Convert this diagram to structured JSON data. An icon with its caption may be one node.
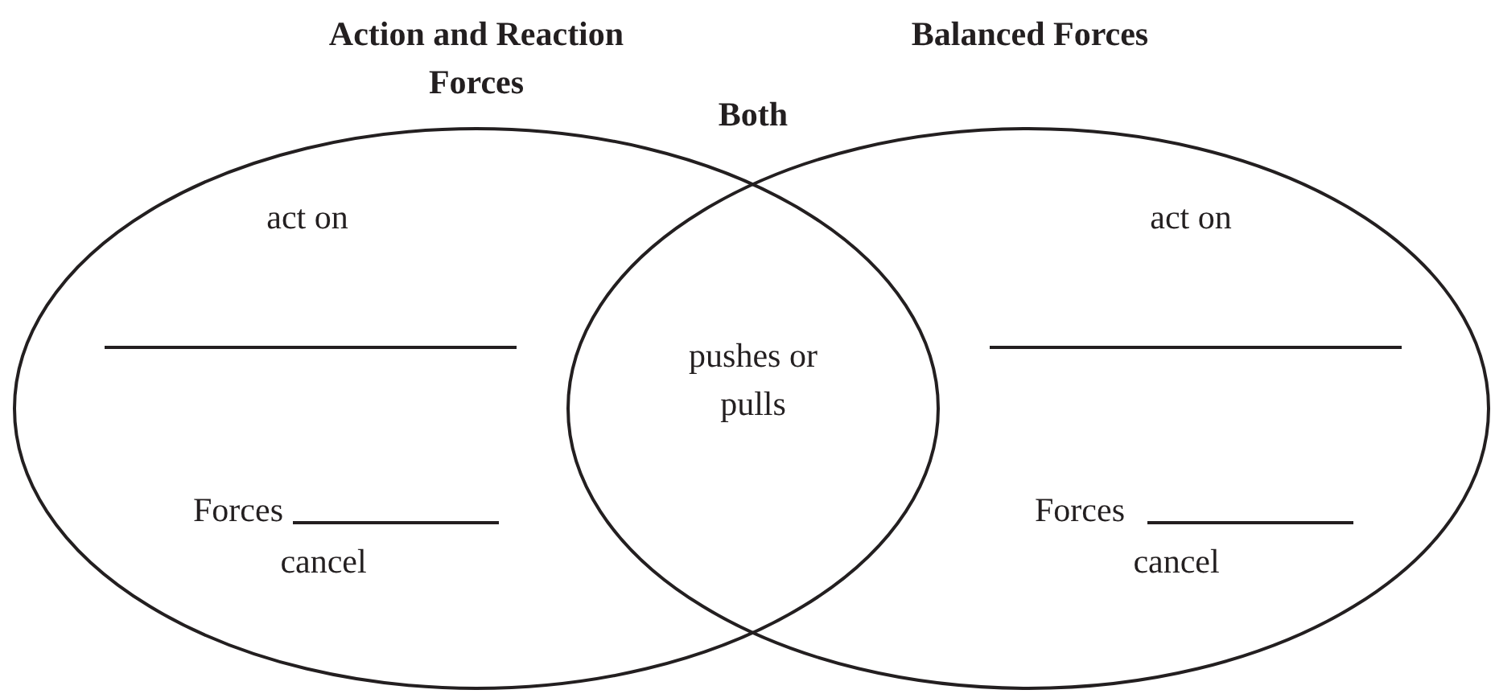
{
  "diagram": {
    "nodes": [
      {
        "text": [
          "Action and Reaction Forces",
          "act on",
          "Forces",
          "cancel"
        ]
      },
      {
        "text": [
          "Balanced Forces",
          "act on",
          "Forces",
          "cancel"
        ]
      },
      {
        "text": [
          "Both",
          "pushes or pulls"
        ]
      }
    ]
  }
}
